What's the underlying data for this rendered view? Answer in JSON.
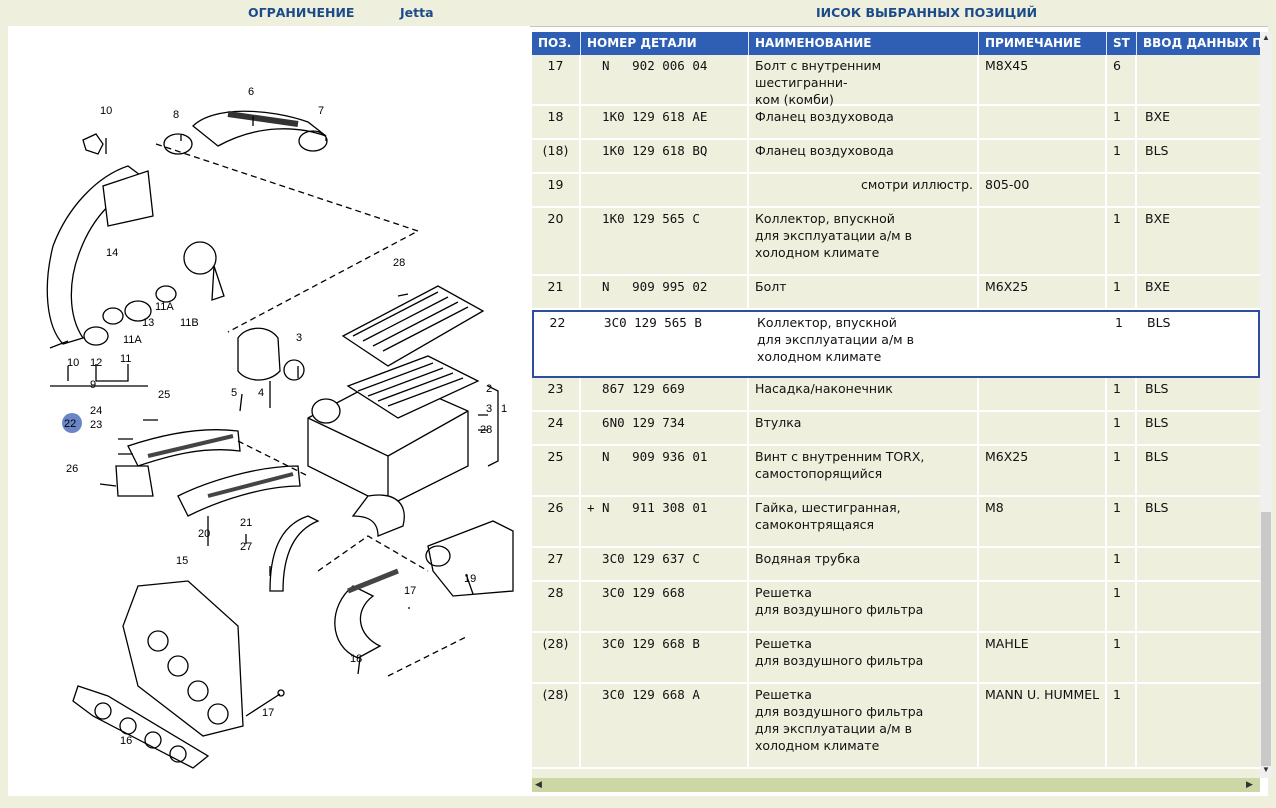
{
  "header": {
    "restriction_label": "ОГРАНИЧЕНИЕ",
    "model": "Jetta",
    "list_title": "ІИСОК ВЫБРАННЫХ ПОЗИЦИЙ"
  },
  "table": {
    "columns": [
      "ПОЗ.",
      "НОМЕР ДЕТАЛИ",
      "НАИМЕНОВАНИЕ",
      "ПРИМЕЧАНИЕ",
      "ST",
      "ВВОД ДАННЫХ П"
    ],
    "rows": [
      {
        "pos": "17",
        "num": "  N   902 006 04",
        "name": "Болт с внутренним шестигранни-\nком (комби)",
        "note": "M8X45",
        "st": "6",
        "input": ""
      },
      {
        "pos": "18",
        "num": "  1K0 129 618 AE",
        "name": "Фланец воздуховода",
        "note": "",
        "st": "1",
        "input": "BXE"
      },
      {
        "pos": "(18)",
        "num": "  1K0 129 618 BQ",
        "name": "Фланец воздуховода",
        "note": "",
        "st": "1",
        "input": "BLS"
      },
      {
        "pos": "19",
        "num": "",
        "name": "смотри иллюстр.",
        "note": "805-00",
        "st": "",
        "input": ""
      },
      {
        "pos": "20",
        "num": "  1K0 129 565 C",
        "name": "Коллектор, впускной\nдля эксплуатации а/м в\nхолодном климате",
        "note": "",
        "st": "1",
        "input": "BXE"
      },
      {
        "pos": "21",
        "num": "  N   909 995 02",
        "name": "Болт",
        "note": "M6X25",
        "st": "1",
        "input": "BXE"
      },
      {
        "pos": "22",
        "num": "  3C0 129 565 B",
        "name": "Коллектор, впускной\nдля эксплуатации а/м в\nхолодном климате",
        "note": "",
        "st": "1",
        "input": "BLS"
      },
      {
        "pos": "23",
        "num": "  867 129 669",
        "name": "Насадка/наконечник",
        "note": "",
        "st": "1",
        "input": "BLS"
      },
      {
        "pos": "24",
        "num": "  6N0 129 734",
        "name": "Втулка",
        "note": "",
        "st": "1",
        "input": "BLS"
      },
      {
        "pos": "25",
        "num": "  N   909 936 01",
        "name": "Винт с внутренним TORX,\nсамостопорящийся",
        "note": "M6X25",
        "st": "1",
        "input": "BLS"
      },
      {
        "pos": "26",
        "num": "+ N   911 308 01",
        "name": "Гайка, шестигранная,\nсамоконтрящаяся",
        "note": "M8",
        "st": "1",
        "input": "BLS"
      },
      {
        "pos": "27",
        "num": "  3C0 129 637 C",
        "name": "Водяная трубка",
        "note": "",
        "st": "1",
        "input": ""
      },
      {
        "pos": "28",
        "num": "  3C0 129 668",
        "name": "Решетка\nдля воздушного фильтра",
        "note": "",
        "st": "1",
        "input": ""
      },
      {
        "pos": "(28)",
        "num": "  3C0 129 668 B",
        "name": "Решетка\nдля воздушного фильтра",
        "note": "MAHLE",
        "st": "1",
        "input": ""
      },
      {
        "pos": "(28)",
        "num": "  3C0 129 668 A",
        "name": "Решетка\nдля воздушного фильтра\nдля эксплуатации а/м в\nхолодном климате",
        "note": "MANN U. HUMMEL",
        "st": "1",
        "input": ""
      }
    ]
  },
  "diagram": {
    "labels": [
      "1",
      "2",
      "3",
      "3",
      "4",
      "5",
      "6",
      "7",
      "8",
      "9",
      "10",
      "10",
      "11",
      "11A",
      "11A",
      "11B",
      "12",
      "13",
      "14",
      "15",
      "16",
      "17",
      "17",
      "18",
      "19",
      "20",
      "21",
      "22",
      "23",
      "24",
      "25",
      "26",
      "27",
      "28",
      "28"
    ],
    "highlight": "22"
  },
  "icons": [
    "scroll-up-icon",
    "scroll-down-icon",
    "scroll-left-icon",
    "scroll-right-icon"
  ]
}
